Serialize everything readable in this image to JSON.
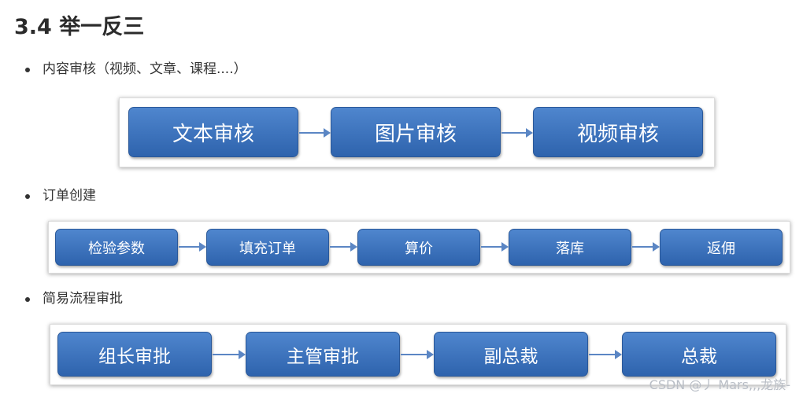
{
  "heading": "3.4 举一反三",
  "sections": [
    {
      "label": "内容审核（视频、文章、课程....）",
      "steps": [
        "文本审核",
        "图片审核",
        "视频审核"
      ]
    },
    {
      "label": "订单创建",
      "steps": [
        "检验参数",
        "填充订单",
        "算价",
        "落库",
        "返佣"
      ]
    },
    {
      "label": "简易流程审批",
      "steps": [
        "组长审批",
        "主管审批",
        "副总裁",
        "总裁"
      ]
    }
  ],
  "watermark": "CSDN @丿 Mars,,,龙族-"
}
